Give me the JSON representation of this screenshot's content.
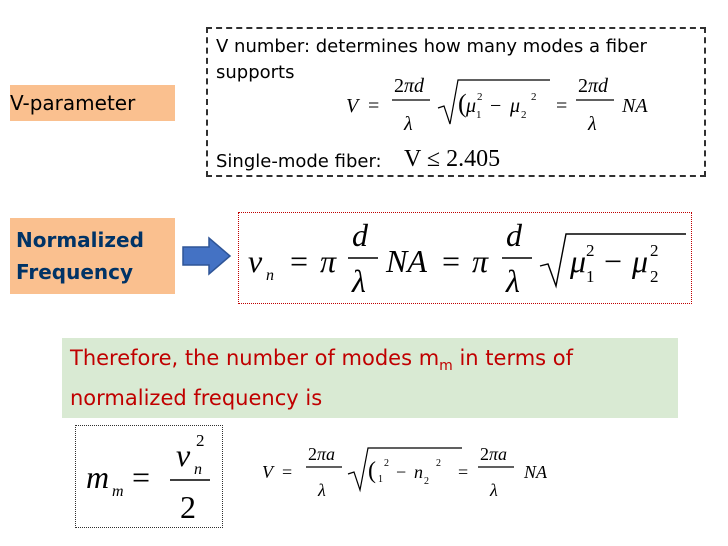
{
  "vparam": {
    "label": "V-parameter"
  },
  "vnumber": {
    "description": "V number: determines how many modes a fiber supports",
    "single_mode_label": "Single-mode fiber:",
    "condition": "V ≤ 2.405"
  },
  "normalized": {
    "label_line1": "Normalized",
    "label_line2": "Frequency"
  },
  "therefore": {
    "text_before": "Therefore, the number of modes m",
    "sub": "m",
    "text_after": " in terms of normalized frequency is"
  },
  "colors": {
    "label_bg": "#fac08f",
    "callout_bg": "#d9ead3",
    "callout_text": "#c00000",
    "norm_text": "#003366",
    "arrow": "#4472c4"
  },
  "icons": {
    "arrow": "right-arrow-icon"
  }
}
